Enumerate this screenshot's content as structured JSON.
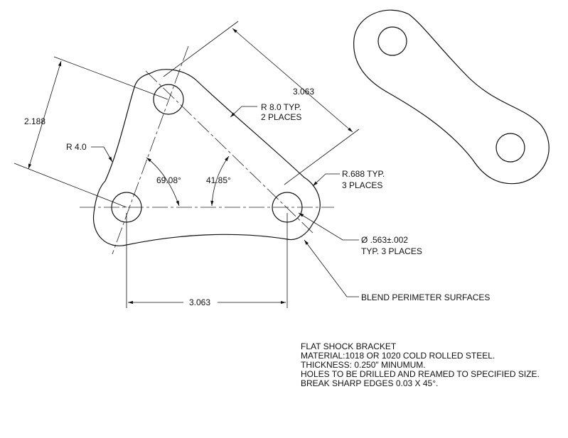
{
  "dimensions": {
    "top_length": "3.063",
    "bottom_length": "3.063",
    "vertical": "2.188",
    "r_top": "R 8.0 TYP.",
    "r_top_places": "2 PLACES",
    "r_left": "R 4.0",
    "r_end": "R.688 TYP.",
    "r_end_places": "3 PLACES",
    "angle_left": "69.08°",
    "angle_right": "41.85°",
    "hole_dia": "Ø .563±.002",
    "hole_places": "TYP. 3 PLACES",
    "blend": "BLEND PERIMETER SURFACES"
  },
  "notes": [
    "FLAT SHOCK BRACKET",
    "MATERIAL:1018 OR 1020 COLD ROLLED STEEL.",
    "THICKNESS: 0.250\" MINUMUM.",
    "HOLES TO BE DRILLED AND REAMED TO SPECIFIED SIZE.",
    "BREAK SHARP EDGES 0.03 X 45°."
  ]
}
